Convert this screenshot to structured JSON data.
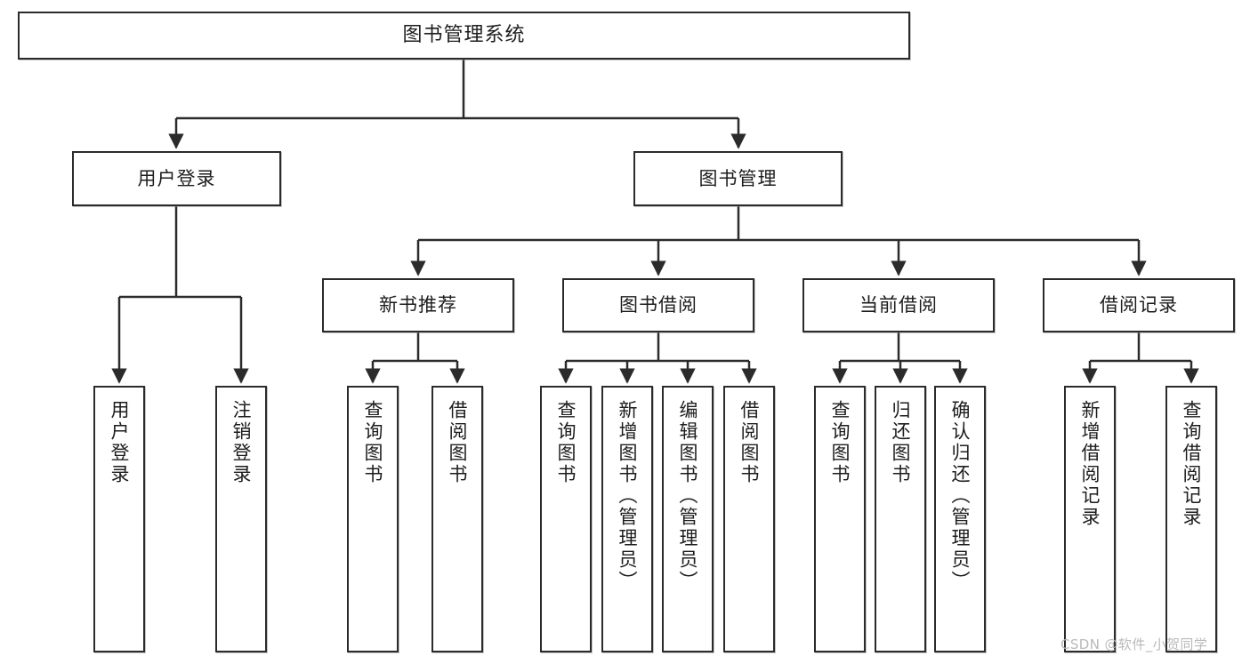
{
  "diagram": {
    "title": "图书管理系统",
    "watermark": "CSDN @软件_小贺同学",
    "line_color": "#2b2b2b",
    "box_fill": "#ffffff",
    "text_color": "#1d1d1d"
  },
  "nodes": {
    "root": {
      "label": "图书管理系统"
    },
    "level2": [
      {
        "label": "用户登录"
      },
      {
        "label": "图书管理"
      }
    ],
    "level3": [
      {
        "label": "新书推荐"
      },
      {
        "label": "图书借阅"
      },
      {
        "label": "当前借阅"
      },
      {
        "label": "借阅记录"
      }
    ],
    "leaves_user_login": [
      {
        "label": "用户登录"
      },
      {
        "label": "注销登录"
      }
    ],
    "leaves_new_book": [
      {
        "label": "查询图书"
      },
      {
        "label": "借阅图书"
      }
    ],
    "leaves_borrow": [
      {
        "label": "查询图书"
      },
      {
        "label": "新增图书（管理员）"
      },
      {
        "label": "编辑图书（管理员）"
      },
      {
        "label": "借阅图书"
      }
    ],
    "leaves_current": [
      {
        "label": "查询图书"
      },
      {
        "label": "归还图书"
      },
      {
        "label": "确认归还（管理员）"
      }
    ],
    "leaves_records": [
      {
        "label": "新增借阅记录"
      },
      {
        "label": "查询借阅记录"
      }
    ]
  }
}
